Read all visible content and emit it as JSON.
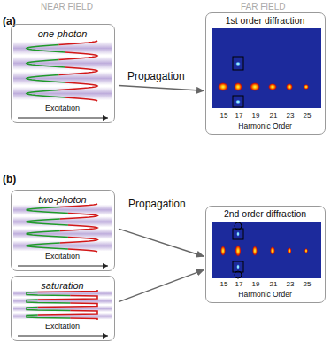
{
  "diagram": {
    "nodes": [
      {
        "text": [
          "one-photon",
          "Excitation"
        ]
      },
      {
        "text": [
          "1st order diffraction",
          "15",
          "17",
          "19",
          "21",
          "23",
          "25",
          "Harmonic Order"
        ]
      },
      {
        "text": [
          "two-photon",
          "Excitation"
        ]
      },
      {
        "text": [
          "saturation",
          "Excitation"
        ]
      },
      {
        "text": [
          "2nd order diffraction",
          "15",
          "17",
          "19",
          "21",
          "23",
          "25",
          "Harmonic Order"
        ]
      }
    ],
    "edges": [
      {
        "from": 0,
        "to": 1,
        "label": "Propagation",
        "arrow": "to"
      },
      {
        "from": 2,
        "to": 4,
        "label": "Propagation",
        "arrow": "to"
      },
      {
        "from": 3,
        "to": 4,
        "arrow": "to"
      }
    ],
    "labels": [
      "(a)",
      "(b)",
      "NEAR FIELD",
      "FAR FIELD"
    ]
  }
}
